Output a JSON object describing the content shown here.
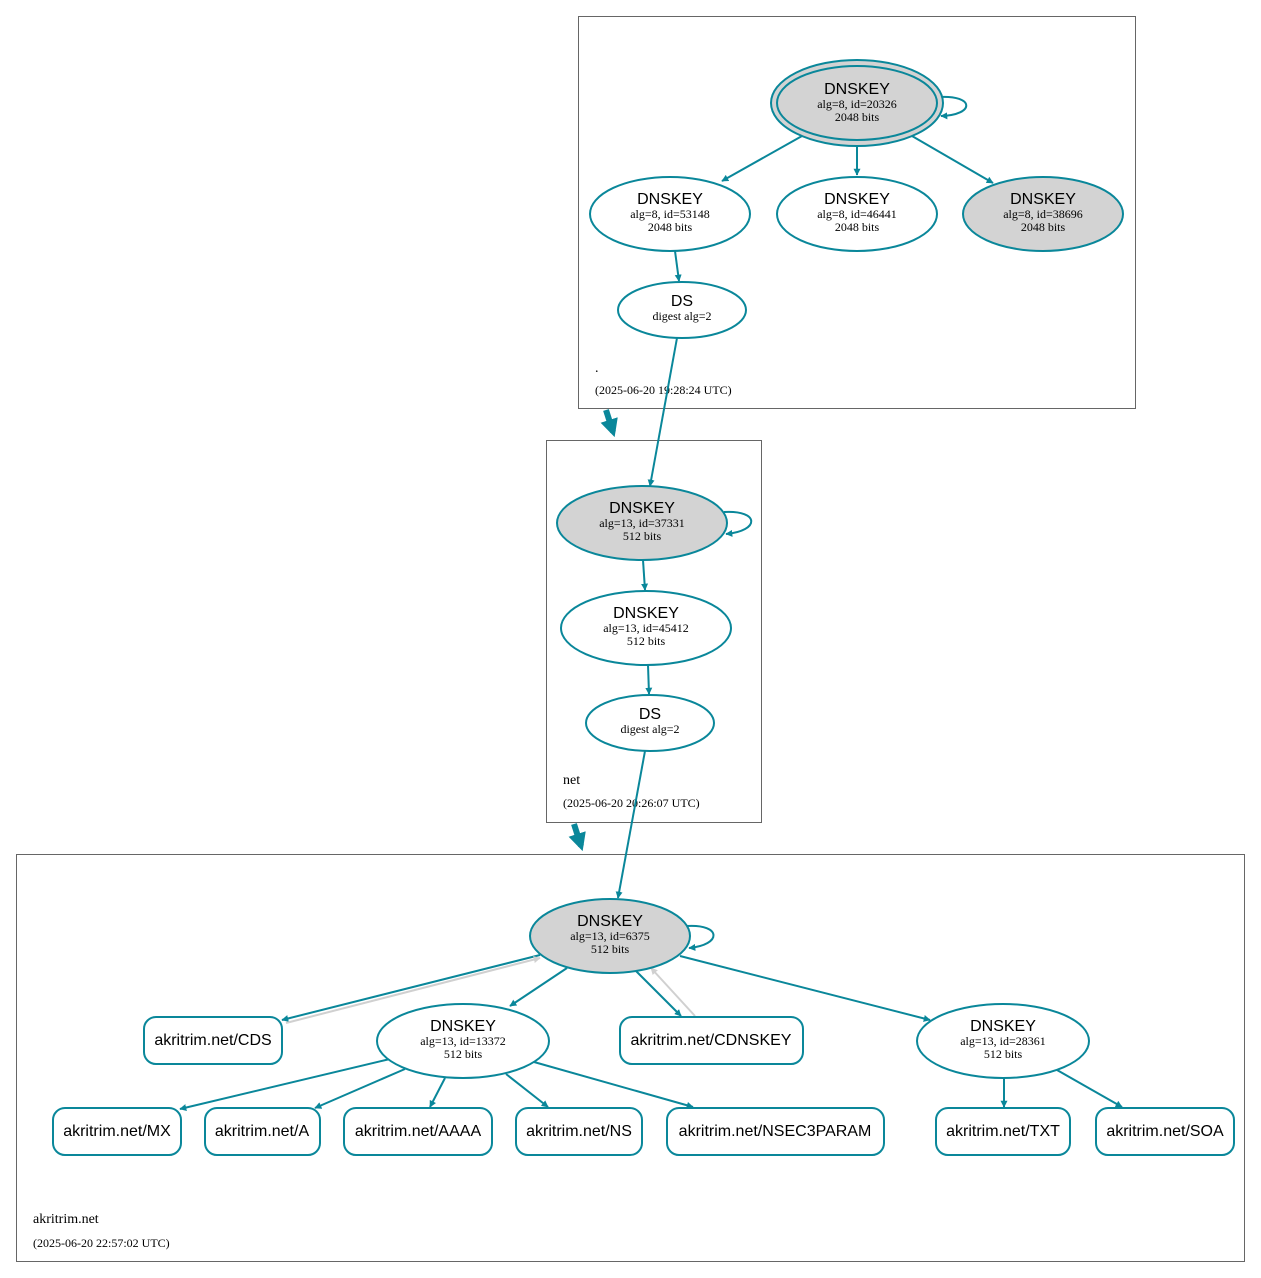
{
  "colors": {
    "edge": "#0a879a",
    "edge_insecure": "#d0d0d0",
    "fill_ksk": "#d3d3d3",
    "zone_border": "#666666"
  },
  "zones": {
    "root": {
      "name": ".",
      "timestamp": "(2025-06-20 19:28:24 UTC)"
    },
    "net": {
      "name": "net",
      "timestamp": "(2025-06-20 20:26:07 UTC)"
    },
    "akritrim": {
      "name": "akritrim.net",
      "timestamp": "(2025-06-20 22:57:02 UTC)"
    }
  },
  "nodes": {
    "root_ksk": {
      "title": "DNSKEY",
      "line1": "alg=8, id=20326",
      "line2": "2048 bits"
    },
    "root_zsk1": {
      "title": "DNSKEY",
      "line1": "alg=8, id=53148",
      "line2": "2048 bits"
    },
    "root_zsk2": {
      "title": "DNSKEY",
      "line1": "alg=8, id=46441",
      "line2": "2048 bits"
    },
    "root_ksk2": {
      "title": "DNSKEY",
      "line1": "alg=8, id=38696",
      "line2": "2048 bits"
    },
    "root_ds": {
      "title": "DS",
      "line1": "digest alg=2"
    },
    "net_ksk": {
      "title": "DNSKEY",
      "line1": "alg=13, id=37331",
      "line2": "512 bits"
    },
    "net_zsk": {
      "title": "DNSKEY",
      "line1": "alg=13, id=45412",
      "line2": "512 bits"
    },
    "net_ds": {
      "title": "DS",
      "line1": "digest alg=2"
    },
    "ak_ksk": {
      "title": "DNSKEY",
      "line1": "alg=13, id=6375",
      "line2": "512 bits"
    },
    "ak_zsk1": {
      "title": "DNSKEY",
      "line1": "alg=13, id=13372",
      "line2": "512 bits"
    },
    "ak_zsk2": {
      "title": "DNSKEY",
      "line1": "alg=13, id=28361",
      "line2": "512 bits"
    }
  },
  "records": {
    "cds": "akritrim.net/CDS",
    "cdnskey": "akritrim.net/CDNSKEY",
    "mx": "akritrim.net/MX",
    "a": "akritrim.net/A",
    "aaaa": "akritrim.net/AAAA",
    "ns": "akritrim.net/NS",
    "nsec3param": "akritrim.net/NSEC3PARAM",
    "txt": "akritrim.net/TXT",
    "soa": "akritrim.net/SOA"
  }
}
